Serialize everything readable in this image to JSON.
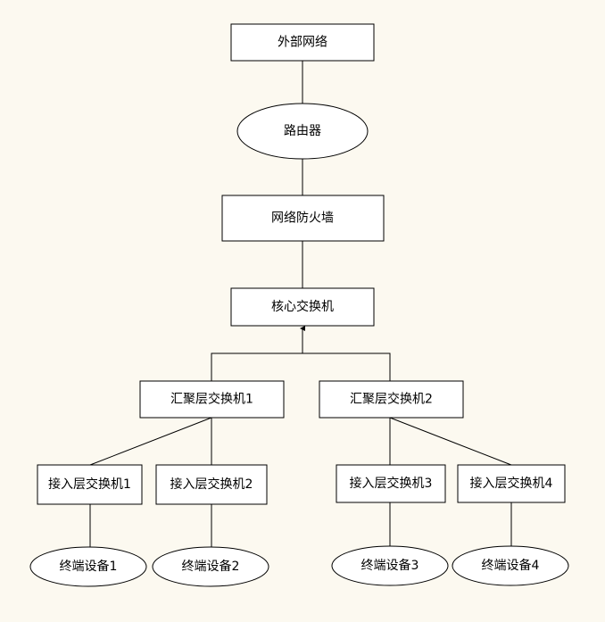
{
  "diagram": {
    "background": "#FCF9F0",
    "nodes": {
      "external_network": "外部网络",
      "router": "路由器",
      "firewall": "网络防火墙",
      "core_switch": "核心交换机",
      "agg_switch_1": "汇聚层交换机1",
      "agg_switch_2": "汇聚层交换机2",
      "access_switch_1": "接入层交换机1",
      "access_switch_2": "接入层交换机2",
      "access_switch_3": "接入层交换机3",
      "access_switch_4": "接入层交换机4",
      "terminal_1": "终端设备1",
      "terminal_2": "终端设备2",
      "terminal_3": "终端设备3",
      "terminal_4": "终端设备4"
    }
  }
}
